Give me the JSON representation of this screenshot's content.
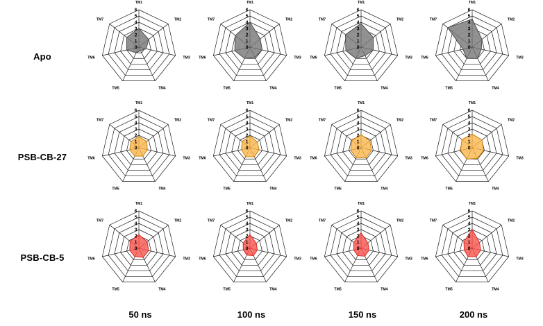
{
  "figure": {
    "rows": [
      {
        "label": "Apo",
        "color": "#8C8C8C",
        "stroke": "#4d4d4d"
      },
      {
        "label": "PSB-CB-27",
        "color": "#FBC26A",
        "stroke": "#C8820E"
      },
      {
        "label": "PSB-CB-5",
        "color": "#F8706A",
        "stroke": "#D62B22"
      }
    ],
    "columns": [
      "50 ns",
      "100 ns",
      "150 ns",
      "200 ns"
    ]
  },
  "chart_data": [
    {
      "type": "radar",
      "title": "Apo 50 ns",
      "row": "Apo",
      "column": "50 ns",
      "categories": [
        "TM1",
        "TM2",
        "TM3",
        "TM4",
        "TM5",
        "TM6",
        "TM7"
      ],
      "values": [
        3.0,
        2.0,
        1.2,
        0.6,
        1.0,
        2.0,
        2.5
      ],
      "tick_labels": [
        "0",
        "1",
        "2",
        "3",
        "4",
        "5",
        "6"
      ],
      "rlim": [
        0,
        6
      ],
      "grid": true,
      "legend": "none",
      "color": "#8C8C8C"
    },
    {
      "type": "radar",
      "title": "Apo 100 ns",
      "row": "Apo",
      "column": "100 ns",
      "categories": [
        "TM1",
        "TM2",
        "TM3",
        "TM4",
        "TM5",
        "TM6",
        "TM7"
      ],
      "values": [
        4.0,
        2.1,
        2.0,
        1.8,
        2.0,
        2.5,
        3.0
      ],
      "tick_labels": [
        "0",
        "1",
        "2",
        "3",
        "4",
        "5",
        "6"
      ],
      "rlim": [
        0,
        6
      ],
      "grid": true,
      "legend": "none",
      "color": "#8C8C8C"
    },
    {
      "type": "radar",
      "title": "Apo 150 ns",
      "row": "Apo",
      "column": "150 ns",
      "categories": [
        "TM1",
        "TM2",
        "TM3",
        "TM4",
        "TM5",
        "TM6",
        "TM7"
      ],
      "values": [
        3.8,
        2.5,
        2.0,
        1.5,
        2.0,
        2.5,
        3.2
      ],
      "tick_labels": [
        "0",
        "1",
        "2",
        "3",
        "4",
        "5",
        "6"
      ],
      "rlim": [
        0,
        6
      ],
      "grid": true,
      "legend": "none",
      "color": "#8C8C8C"
    },
    {
      "type": "radar",
      "title": "Apo 200 ns",
      "row": "Apo",
      "column": "200 ns",
      "categories": [
        "TM1",
        "TM2",
        "TM3",
        "TM4",
        "TM5",
        "TM6",
        "TM7"
      ],
      "values": [
        4.5,
        2.0,
        1.5,
        2.0,
        2.0,
        1.5,
        5.0
      ],
      "tick_labels": [
        "0",
        "1",
        "2",
        "3",
        "4",
        "5",
        "6"
      ],
      "rlim": [
        0,
        6
      ],
      "grid": true,
      "legend": "none",
      "color": "#8C8C8C"
    },
    {
      "type": "radar",
      "title": "PSB-CB-27 50 ns",
      "row": "PSB-CB-27",
      "column": "50 ns",
      "categories": [
        "TM1",
        "TM2",
        "TM3",
        "TM4",
        "TM5",
        "TM6",
        "TM7"
      ],
      "values": [
        1.8,
        1.6,
        1.4,
        1.5,
        1.5,
        1.5,
        1.6
      ],
      "tick_labels": [
        "0",
        "1",
        "2",
        "3",
        "4",
        "5",
        "6"
      ],
      "rlim": [
        0,
        6
      ],
      "grid": true,
      "legend": "none",
      "color": "#FBC26A"
    },
    {
      "type": "radar",
      "title": "PSB-CB-27 100 ns",
      "row": "PSB-CB-27",
      "column": "100 ns",
      "categories": [
        "TM1",
        "TM2",
        "TM3",
        "TM4",
        "TM5",
        "TM6",
        "TM7"
      ],
      "values": [
        1.9,
        1.5,
        1.5,
        1.6,
        1.6,
        1.4,
        1.6
      ],
      "tick_labels": [
        "0",
        "1",
        "2",
        "3",
        "4",
        "5",
        "6"
      ],
      "rlim": [
        0,
        6
      ],
      "grid": true,
      "legend": "none",
      "color": "#FBC26A"
    },
    {
      "type": "radar",
      "title": "PSB-CB-27 150 ns",
      "row": "PSB-CB-27",
      "column": "150 ns",
      "categories": [
        "TM1",
        "TM2",
        "TM3",
        "TM4",
        "TM5",
        "TM6",
        "TM7"
      ],
      "values": [
        2.1,
        1.8,
        1.7,
        1.8,
        1.8,
        1.7,
        1.9
      ],
      "tick_labels": [
        "0",
        "1",
        "2",
        "3",
        "4",
        "5",
        "6"
      ],
      "rlim": [
        0,
        6
      ],
      "grid": true,
      "legend": "none",
      "color": "#FBC26A"
    },
    {
      "type": "radar",
      "title": "PSB-CB-27 200 ns",
      "row": "PSB-CB-27",
      "column": "200 ns",
      "categories": [
        "TM1",
        "TM2",
        "TM3",
        "TM4",
        "TM5",
        "TM6",
        "TM7"
      ],
      "values": [
        2.2,
        2.0,
        1.9,
        1.9,
        2.0,
        1.9,
        2.1
      ],
      "tick_labels": [
        "0",
        "1",
        "2",
        "3",
        "4",
        "5",
        "6"
      ],
      "rlim": [
        0,
        6
      ],
      "grid": true,
      "legend": "none",
      "color": "#FBC26A"
    },
    {
      "type": "radar",
      "title": "PSB-CB-5 50 ns",
      "row": "PSB-CB-5",
      "column": "50 ns",
      "categories": [
        "TM1",
        "TM2",
        "TM3",
        "TM4",
        "TM5",
        "TM6",
        "TM7"
      ],
      "values": [
        2.2,
        1.7,
        1.6,
        1.6,
        1.5,
        1.5,
        1.8
      ],
      "tick_labels": [
        "0",
        "1",
        "2",
        "3",
        "4",
        "5",
        "6"
      ],
      "rlim": [
        0,
        6
      ],
      "grid": true,
      "legend": "none",
      "color": "#F8706A"
    },
    {
      "type": "radar",
      "title": "PSB-CB-5 100 ns",
      "row": "PSB-CB-5",
      "column": "100 ns",
      "categories": [
        "TM1",
        "TM2",
        "TM3",
        "TM4",
        "TM5",
        "TM6",
        "TM7"
      ],
      "values": [
        2.2,
        1.3,
        1.2,
        1.3,
        1.2,
        1.1,
        1.4
      ],
      "tick_labels": [
        "0",
        "1",
        "2",
        "3",
        "4",
        "5",
        "6"
      ],
      "rlim": [
        0,
        6
      ],
      "grid": true,
      "legend": "none",
      "color": "#F8706A"
    },
    {
      "type": "radar",
      "title": "PSB-CB-5 150 ns",
      "row": "PSB-CB-5",
      "column": "150 ns",
      "categories": [
        "TM1",
        "TM2",
        "TM3",
        "TM4",
        "TM5",
        "TM6",
        "TM7"
      ],
      "values": [
        2.5,
        1.4,
        1.3,
        1.4,
        1.3,
        1.2,
        1.5
      ],
      "tick_labels": [
        "0",
        "1",
        "2",
        "3",
        "4",
        "5",
        "6"
      ],
      "rlim": [
        0,
        6
      ],
      "grid": true,
      "legend": "none",
      "color": "#F8706A"
    },
    {
      "type": "radar",
      "title": "PSB-CB-5 200 ns",
      "row": "PSB-CB-5",
      "column": "200 ns",
      "categories": [
        "TM1",
        "TM2",
        "TM3",
        "TM4",
        "TM5",
        "TM6",
        "TM7"
      ],
      "values": [
        3.0,
        1.5,
        1.4,
        1.5,
        1.5,
        1.3,
        1.7
      ],
      "tick_labels": [
        "0",
        "1",
        "2",
        "3",
        "4",
        "5",
        "6"
      ],
      "rlim": [
        0,
        6
      ],
      "grid": true,
      "legend": "none",
      "color": "#F8706A"
    }
  ]
}
